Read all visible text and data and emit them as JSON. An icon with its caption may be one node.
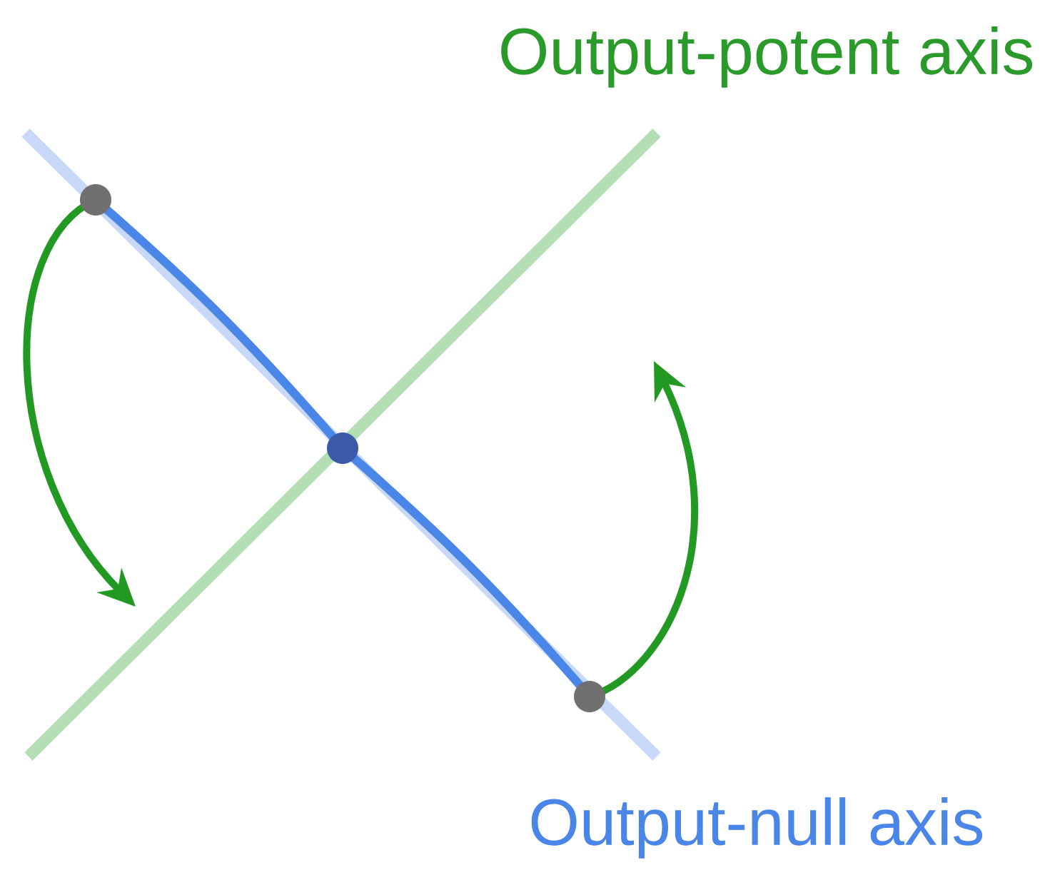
{
  "diagram": {
    "nodes": [
      {
        "text": [
          "Output-potent axis"
        ]
      },
      {
        "text": [
          "Output-null axis"
        ]
      },
      {
        "text": [],
        "shape": "circle"
      },
      {
        "text": [],
        "shape": "circle"
      },
      {
        "text": [],
        "shape": "circle"
      }
    ],
    "edges": [
      {
        "from": 2,
        "to": 3,
        "arrow": "none",
        "color": "#4a86e8"
      },
      {
        "from": 3,
        "to": 4,
        "arrow": "none",
        "color": "#4a86e8"
      },
      {
        "from": 2,
        "to": null,
        "arrow": "to",
        "color": "#229922"
      },
      {
        "from": 4,
        "to": null,
        "arrow": "to",
        "color": "#229922"
      }
    ]
  }
}
